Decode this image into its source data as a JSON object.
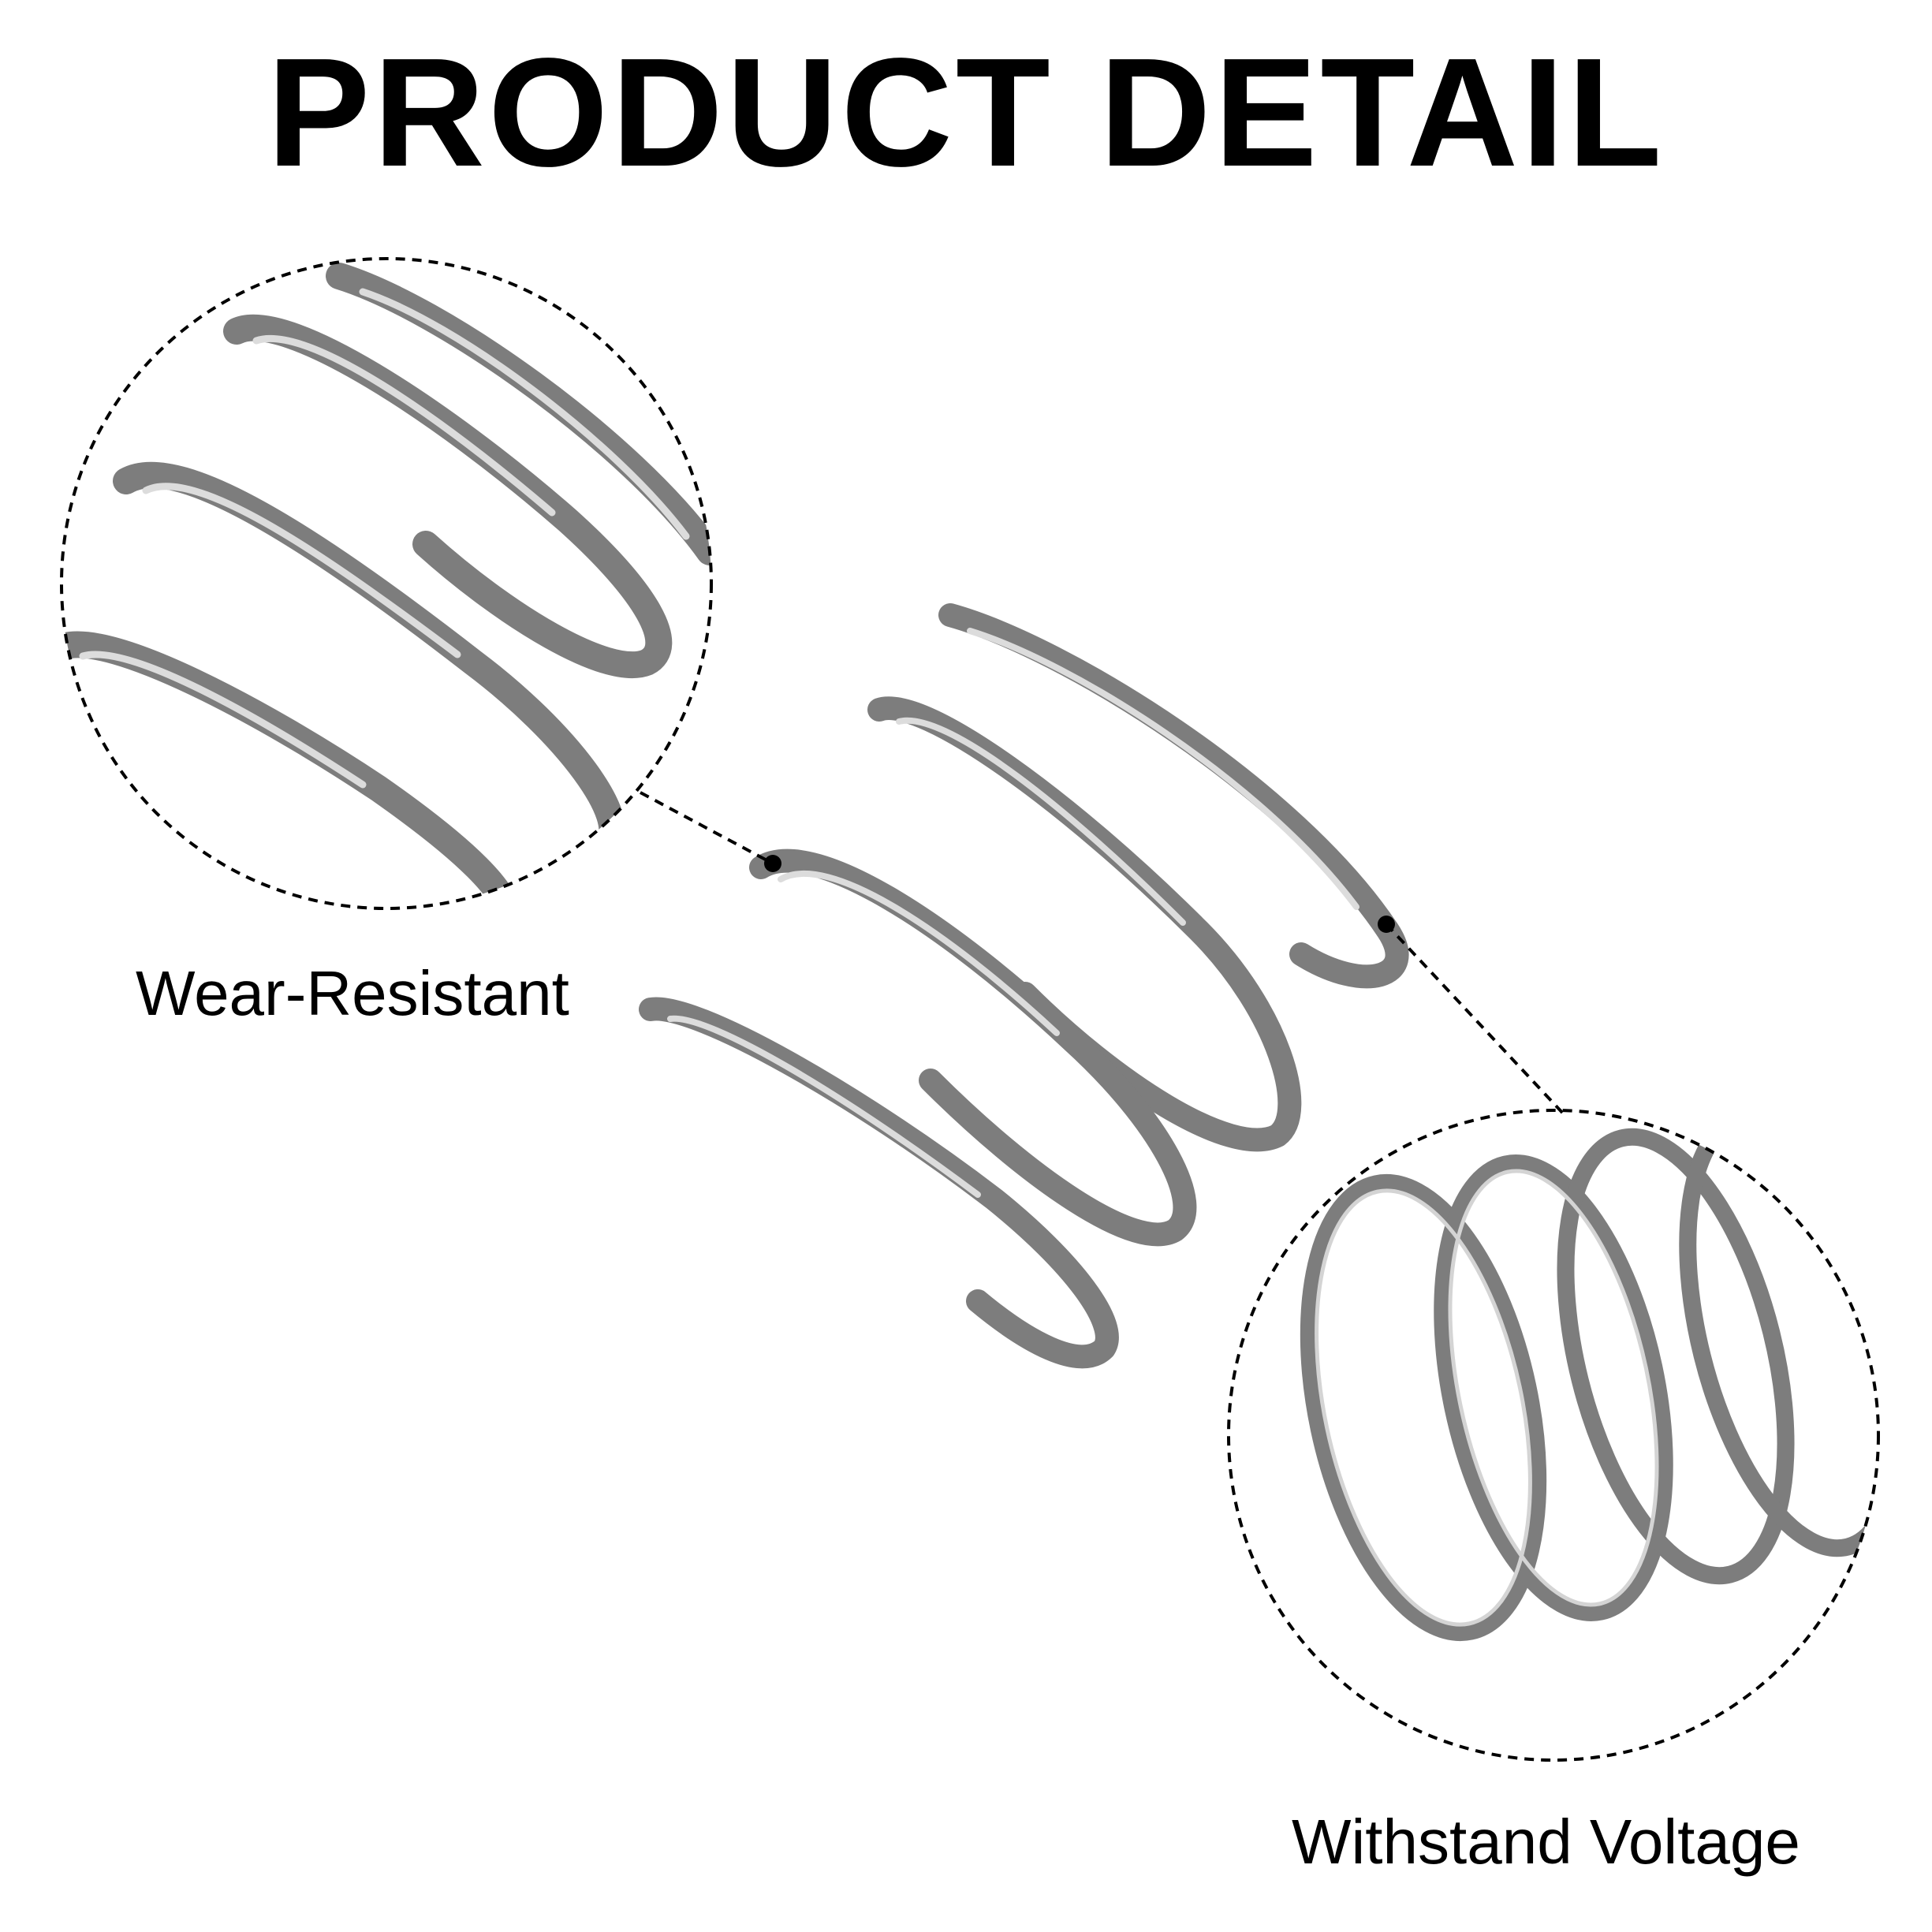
{
  "header": {
    "title": "PRODUCT DETAIL"
  },
  "callouts": [
    {
      "label": "Wear-Resistant"
    },
    {
      "label": "Withstand Voltage"
    }
  ],
  "colors": {
    "background": "#ffffff",
    "text": "#000000",
    "spring_wire": "#7a7a7a",
    "spring_highlight": "#d8d8d8",
    "dashed_outline": "#000000"
  }
}
